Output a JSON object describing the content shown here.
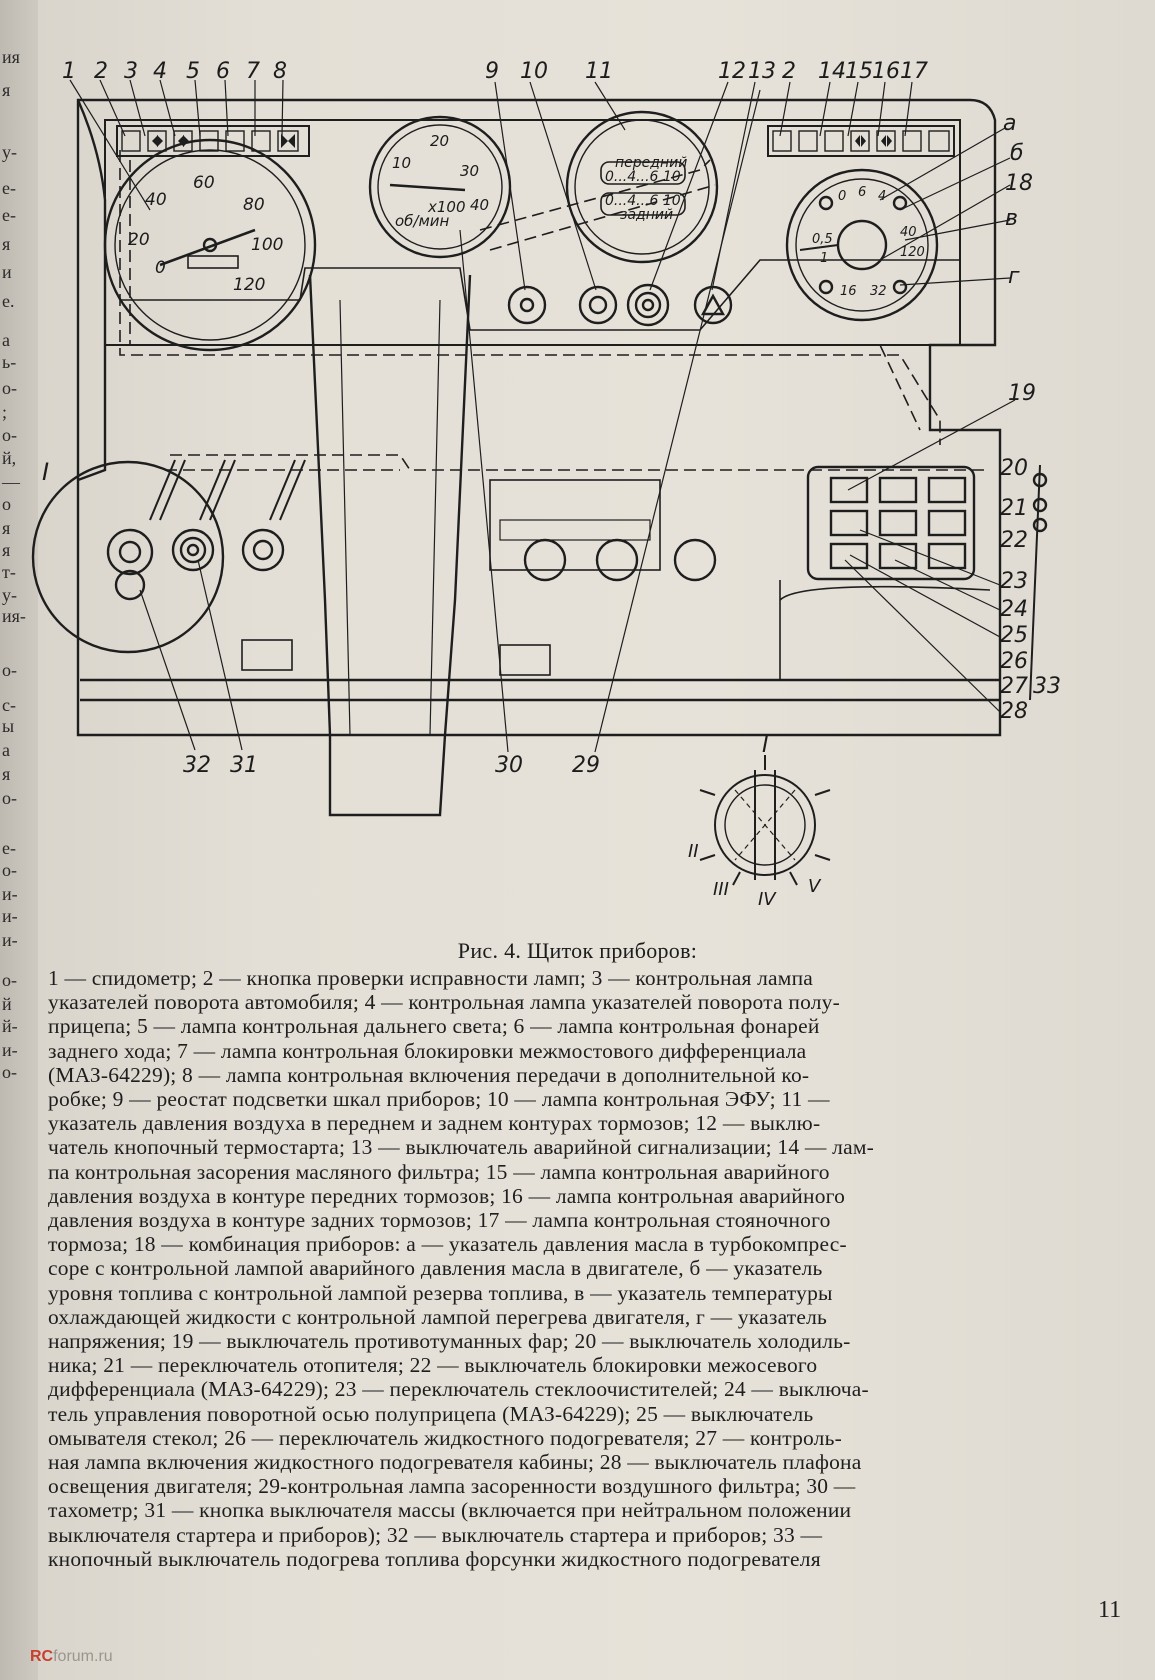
{
  "gutter_letters": [
    "ия",
    "я",
    "у-",
    "е-",
    "е-",
    "я",
    "и",
    "е.",
    "а",
    "ь-",
    "о-",
    ";",
    "о-",
    "й,",
    "—",
    "о",
    "я",
    "я",
    "т-",
    "у-",
    "ия-",
    "о-",
    "с-",
    "ы",
    "а",
    "я",
    "о-",
    "е-",
    "о-",
    "и-",
    "и-",
    "и-",
    "о-",
    "й",
    "й-",
    "и-",
    "о-"
  ],
  "figure": {
    "callouts_top": [
      "1",
      "2",
      "3",
      "4",
      "5",
      "6",
      "7",
      "8",
      "9",
      "10",
      "11",
      "12",
      "13",
      "2",
      "14",
      "15",
      "16",
      "17"
    ],
    "callouts_right": [
      "а",
      "б",
      "18",
      "в",
      "г",
      "19",
      "20",
      "21",
      "22",
      "23",
      "24",
      "25",
      "26",
      "27",
      "33",
      "28"
    ],
    "callouts_bottom": [
      "32",
      "31",
      "30",
      "29"
    ],
    "callout_left": "I",
    "speedometer_ticks": [
      "20",
      "40",
      "60",
      "80",
      "100",
      "120",
      "0"
    ],
    "tachometer_ticks": [
      "10",
      "20",
      "30",
      "40"
    ],
    "tachometer_units": [
      "х100",
      "об/мин"
    ],
    "pressure_gauge_labels": [
      "передний",
      "задний"
    ],
    "pressure_gauge_scale": "0...4...6 10",
    "combo_gauge_ticks": [
      "0",
      "6",
      "4",
      "0,5",
      "1",
      "120",
      "40",
      "16",
      "32"
    ],
    "detail_title": "I",
    "detail_positions": [
      "II",
      "III",
      "IV",
      "V"
    ]
  },
  "caption": "Рис. 4. Щиток приборов:",
  "legend_lines": [
    "1 — спидометр; 2 — кнопка проверки исправности ламп; 3 — контрольная лампа",
    "указателей поворота автомобиля; 4 — контрольная лампа указателей поворота полу-",
    "прицепа; 5 — лампа контрольная дальнего света; 6 — лампа контрольная фонарей",
    "заднего хода; 7 — лампа контрольная блокировки межмостового дифференциала",
    "(МАЗ-64229); 8 — лампа контрольная включения передачи в дополнительной ко-",
    "робке; 9 — реостат подсветки шкал приборов; 10 — лампа контрольная ЭФУ; 11 —",
    "указатель давления воздуха в переднем и заднем контурах тормозов; 12 — выклю-",
    "чатель кнопочный термостарта; 13 — выключатель аварийной сигнализации; 14 — лам-",
    "па контрольная засорения масляного фильтра; 15 — лампа контрольная аварийного",
    "давления воздуха в контуре передних тормозов; 16 — лампа контрольная аварийного",
    "давления воздуха в контуре задних тормозов; 17 — лампа контрольная стояночного",
    "тормоза; 18 — комбинация приборов: а — указатель давления масла в турбокомпрес-",
    "соре с контрольной лампой аварийного давления масла в двигателе, б — указатель",
    "уровня топлива с контрольной лампой резерва топлива, в — указатель температуры",
    "охлаждающей жидкости с контрольной лампой перегрева двигателя, г — указатель",
    "напряжения; 19 — выключатель противотуманных фар; 20 — выключатель холодиль-",
    "ника; 21 — переключатель отопителя; 22 — выключатель блокировки межосевого",
    "дифференциала (МАЗ-64229); 23 — переключатель стеклоочистителей; 24 — выключа-",
    "тель управления поворотной осью полуприцепа (МАЗ-64229); 25 — выключатель",
    "омывателя стекол; 26 — переключатель жидкостного подогревателя; 27 — контроль-",
    "ная лампа включения жидкостного подогревателя кабины; 28 — выключатель плафона",
    "освещения двигателя; 29-контрольная лампа засоренности воздушного фильтра; 30 —",
    "тахометр; 31 — кнопка выключателя массы (включается при нейтральном положении",
    "выключателя стартера и приборов); 32 — выключатель стартера и приборов; 33 —",
    "кнопочный выключатель подогрева топлива форсунки жидкостного подогревателя"
  ],
  "page_number": "11",
  "watermark": {
    "prefix": "RC",
    "rest": "forum.ru"
  }
}
